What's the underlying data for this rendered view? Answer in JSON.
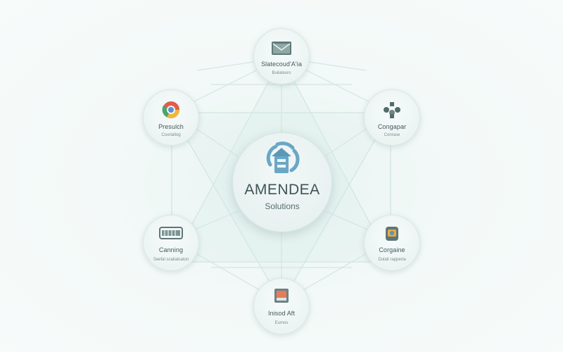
{
  "hub": {
    "name": "AMENDEA",
    "tagline": "Solutions",
    "logo_icon": "gear-building-logo"
  },
  "nodes": [
    {
      "id": "top",
      "title": "Slatecoud'A'ia",
      "subtitle": "Builateuro",
      "icon": "folder-icon"
    },
    {
      "id": "upper-left",
      "title": "Presulch",
      "subtitle": "Coorlatlog",
      "icon": "chrome-icon"
    },
    {
      "id": "upper-right",
      "title": "Congapar",
      "subtitle": "Conrase",
      "icon": "sharing-icon"
    },
    {
      "id": "lower-left",
      "title": "Canning",
      "subtitle": "Seefal scailaloaton",
      "icon": "server-icon"
    },
    {
      "id": "lower-right",
      "title": "Corgaine",
      "subtitle": "Dulalt rapperta",
      "icon": "device-icon"
    },
    {
      "id": "bottom",
      "title": "Inisod Aft",
      "subtitle": "Eumos",
      "icon": "inbox-icon"
    }
  ],
  "colors": {
    "background": "#f4f9f8",
    "line": "#cfe4df",
    "accent_blue": "#6aa7c7",
    "text": "#44585a"
  }
}
